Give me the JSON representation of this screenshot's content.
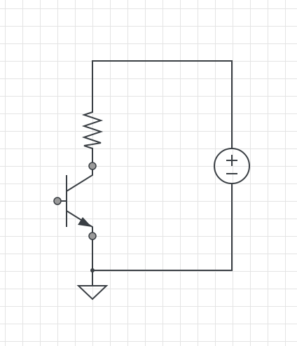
{
  "diagram": {
    "components": [
      {
        "name": "resistor",
        "type": "resistor"
      },
      {
        "name": "npn-transistor",
        "type": "bjt-npn"
      },
      {
        "name": "voltage-source",
        "type": "dc-voltage-source",
        "symbols": [
          "+",
          "−"
        ]
      },
      {
        "name": "ground",
        "type": "ground"
      }
    ],
    "colors": {
      "wire": "#3a3f44",
      "pin": "#9a9a9a",
      "grid": "#e4e4e4"
    }
  }
}
